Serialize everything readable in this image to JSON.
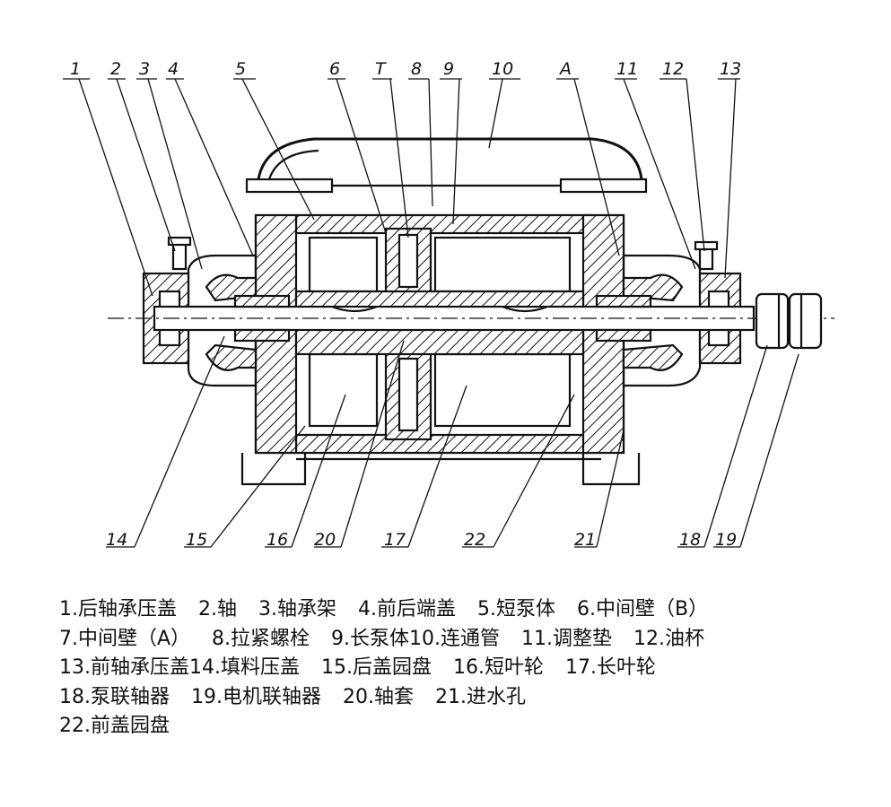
{
  "diagram": {
    "callouts": [
      "1",
      "2",
      "3",
      "4",
      "5",
      "6",
      "T",
      "8",
      "9",
      "10",
      "A",
      "11",
      "12",
      "13",
      "14",
      "15",
      "16",
      "20",
      "17",
      "22",
      "21",
      "18",
      "19"
    ]
  },
  "legend": {
    "lines": [
      [
        "1.后轴承压盖",
        "2.轴",
        "3.轴承架",
        "4.前后端盖",
        "5.短泵体",
        "6.中间壁（B）"
      ],
      [
        "7.中间壁（A）",
        "8.拉紧螺栓",
        "9.长泵体10.连通管",
        "11.调整垫",
        "12.油杯"
      ],
      [
        "13.前轴承压盖14.填料压盖",
        "15.后盖园盘",
        "16.短叶轮",
        "17.长叶轮"
      ],
      [
        "18.泵联轴器",
        "19.电机联轴器",
        "20.轴套",
        "21.进水孔"
      ],
      [
        "22.前盖园盘"
      ]
    ]
  }
}
